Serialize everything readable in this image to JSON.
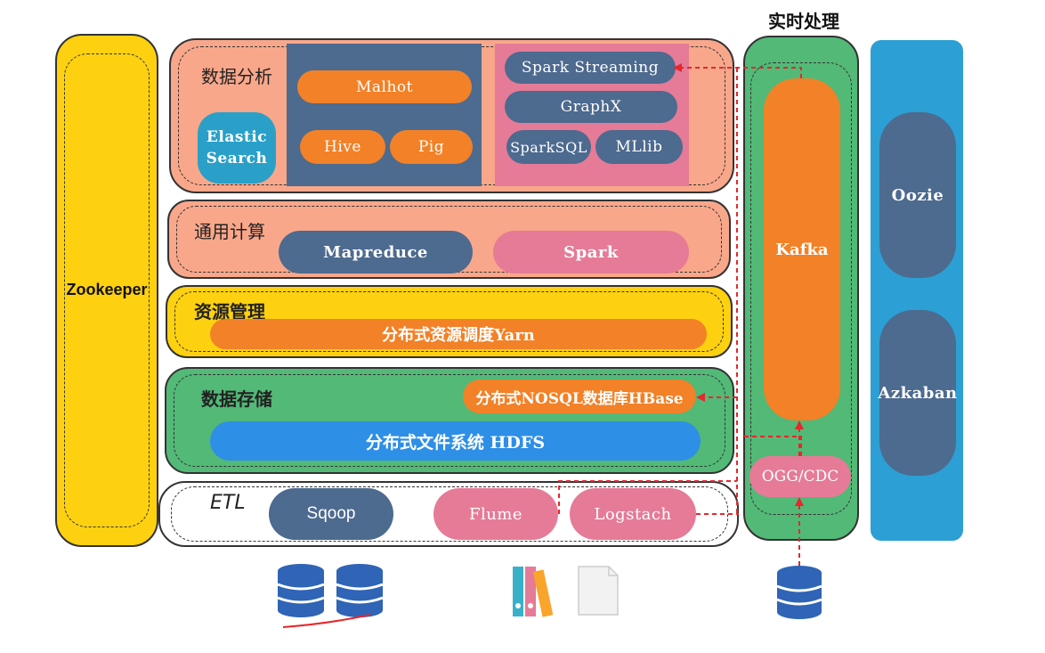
{
  "header": {
    "realtime_title": "实时处理"
  },
  "zookeeper": {
    "label": "Zookeeper"
  },
  "layers": {
    "analysis": {
      "title": "数据分析",
      "elastic": "Elastic\nSearch",
      "malhot": "Malhot",
      "hive": "Hive",
      "pig": "Pig",
      "spark_streaming": "Spark Streaming",
      "graphx": "GraphX",
      "sparksql": "SparkSQL",
      "mllib": "MLlib"
    },
    "compute": {
      "title": "通用计算",
      "mapreduce": "Mapreduce",
      "spark": "Spark"
    },
    "resource": {
      "title": "资源管理",
      "yarn": "分布式资源调度Yarn"
    },
    "storage": {
      "title": "数据存储",
      "hbase": "分布式NOSQL数据库HBase",
      "hdfs": "分布式文件系统 HDFS"
    },
    "etl": {
      "title": "ETL",
      "sqoop": "Sqoop",
      "flume": "Flume",
      "logstash": "Logstach"
    }
  },
  "realtime": {
    "kafka": "Kafka",
    "ogg": "OGG/CDC"
  },
  "scheduler": {
    "oozie": "Oozie",
    "azkaban": "Azkaban"
  },
  "colors": {
    "salmon": "#f9a78a",
    "slate": "#4d6a8f",
    "orange": "#f28127",
    "pink": "#e57b97",
    "green": "#52b977",
    "yellow": "#fdd10f",
    "blue": "#2d8fe6",
    "teal": "#2aa0c8",
    "cyan": "#2c9fd4"
  }
}
